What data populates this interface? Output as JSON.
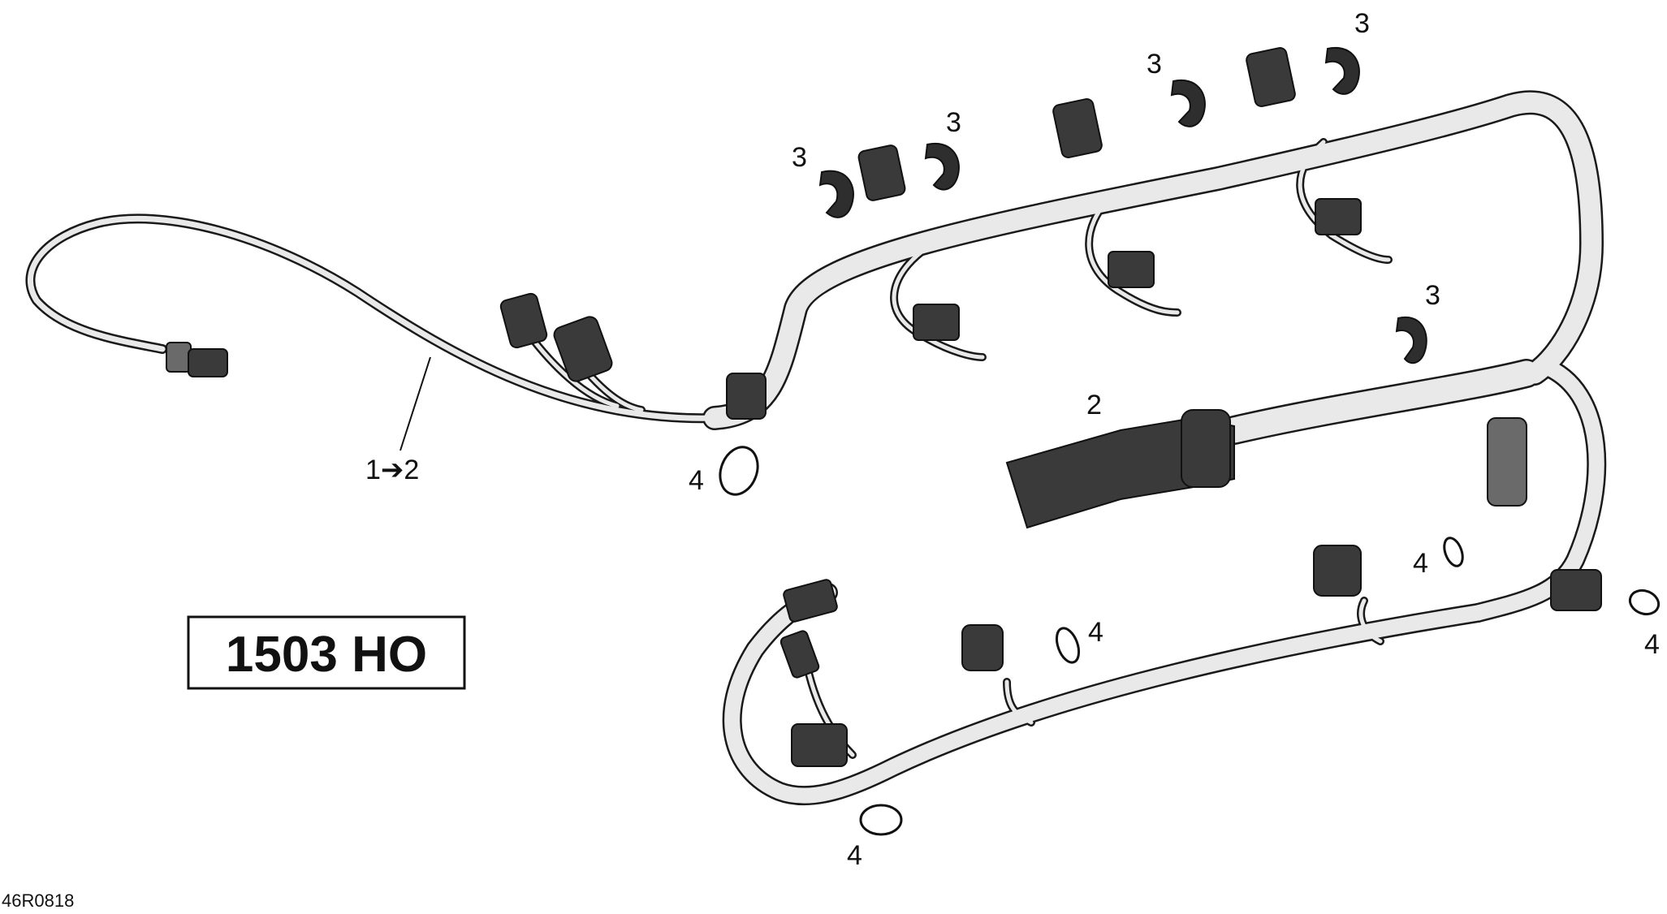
{
  "model_label": "1503 HO",
  "reference_code": "46R0818",
  "callouts": {
    "harness_left": "1➔2",
    "main_connector": "2",
    "clip_a": "3",
    "clip_b": "3",
    "clip_c": "3",
    "clip_d": "3",
    "clip_e": "3",
    "tie_left": "4",
    "tie_bottom": "4",
    "tie_mid": "4",
    "tie_right_top": "4",
    "tie_right": "4"
  }
}
